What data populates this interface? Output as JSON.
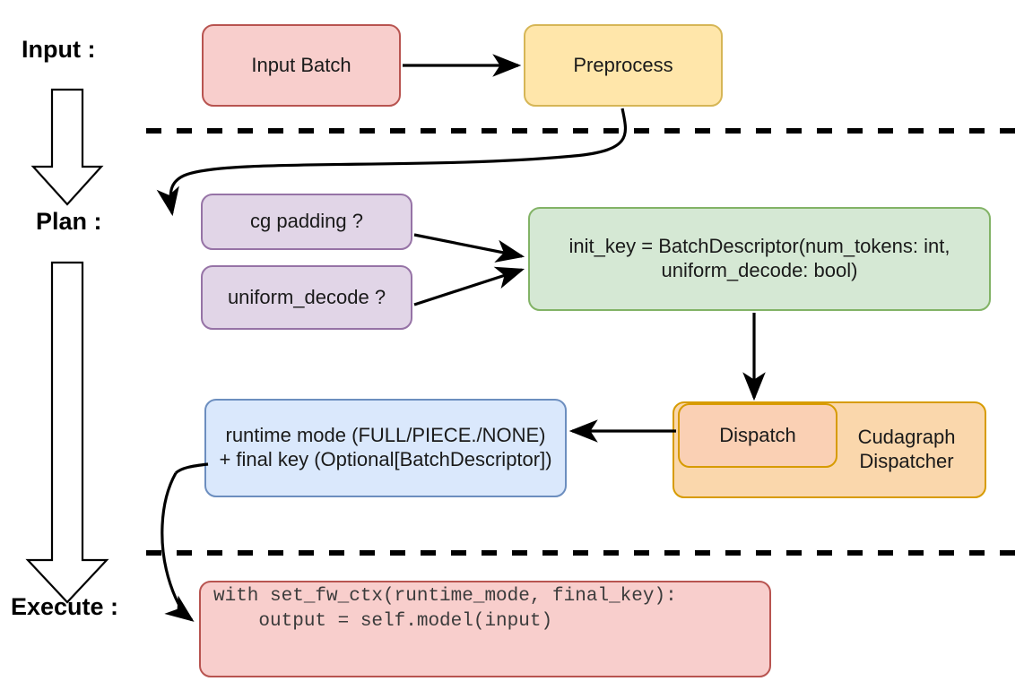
{
  "diagram": {
    "title_sequence": [
      "Input",
      "Plan",
      "Execute"
    ],
    "stages": [
      {
        "label": "Input :"
      },
      {
        "label": "Plan :"
      },
      {
        "label": "Execute :"
      }
    ],
    "nodes": {
      "input_batch": {
        "label": "Input Batch",
        "fill": "#f8cecc",
        "stroke": "#b85450"
      },
      "preprocess": {
        "label": "Preprocess",
        "fill": "#ffe6aa",
        "stroke": "#d6b656"
      },
      "cg_padding": {
        "label": "cg padding ?",
        "fill": "#e1d5e7",
        "stroke": "#9673a6"
      },
      "uniform_decode": {
        "label": "uniform_decode ?",
        "fill": "#e1d5e7",
        "stroke": "#9673a6"
      },
      "init_key": {
        "line1": "init_key = BatchDescriptor(num_tokens: int,",
        "line2": "uniform_decode: bool)",
        "fill": "#d5e8d4",
        "stroke": "#82b366"
      },
      "dispatch": {
        "label": "Dispatch",
        "fill": "#fad0b4",
        "stroke": "#d79b00"
      },
      "cudagraph_dispatcher": {
        "line1": "Cudagraph",
        "line2": "Dispatcher",
        "fill": "#fad7ac",
        "stroke": "#d79b00"
      },
      "runtime_mode": {
        "line1": "runtime mode (FULL/PIECE./NONE)",
        "line2": "+ final key (Optional[BatchDescriptor])",
        "fill": "#dae8fc",
        "stroke": "#6c8ebf"
      },
      "execute_code": {
        "line1": "with set_fw_ctx(runtime_mode, final_key):",
        "line2": "    output = self.model(input)",
        "fill": "#f8cecc",
        "stroke": "#b85450"
      }
    },
    "separators": [
      {
        "name": "input-plan-divider"
      },
      {
        "name": "plan-execute-divider"
      }
    ],
    "edges": [
      {
        "from": "input_batch",
        "to": "preprocess"
      },
      {
        "from": "preprocess",
        "to": "cg_padding"
      },
      {
        "from": "cg_padding",
        "to": "init_key"
      },
      {
        "from": "uniform_decode",
        "to": "init_key"
      },
      {
        "from": "init_key",
        "to": "dispatch"
      },
      {
        "from": "dispatch",
        "to": "runtime_mode"
      },
      {
        "from": "runtime_mode",
        "to": "execute_code"
      }
    ],
    "colors": {
      "line": "#000000",
      "background": "#ffffff",
      "text": "#1a1a1a"
    }
  }
}
